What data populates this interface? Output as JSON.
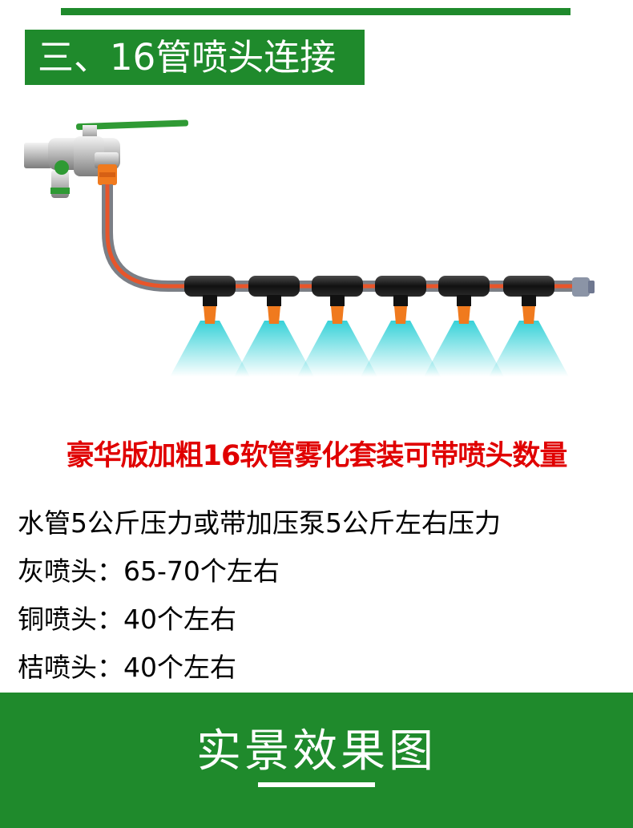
{
  "header": {
    "section_title": "三、16管喷头连接"
  },
  "kit": {
    "title": "豪华版加粗16软管雾化套装可带喷头数量",
    "specs": [
      "水管5公斤压力或带加压泵5公斤左右压力",
      "灰喷头：65-70个左右",
      "铜喷头：40个左右",
      "桔喷头：40个左右"
    ]
  },
  "diagram": {
    "nozzle_count": 6
  },
  "footer": {
    "title": "实景效果图"
  },
  "colors": {
    "brand_green": "#1f8a2c",
    "title_red": "#e00000",
    "hose_orange": "#e8552a",
    "hose_grey": "#7b7f86",
    "nozzle_orange": "#f07a1e",
    "spray_cyan": "#3fd4d8",
    "valve_green": "#2f9a34"
  },
  "icons": [
    "faucet-icon",
    "hose-icon",
    "tee-connector-icon",
    "nozzle-icon",
    "spray-mist-icon",
    "end-plug-icon"
  ]
}
